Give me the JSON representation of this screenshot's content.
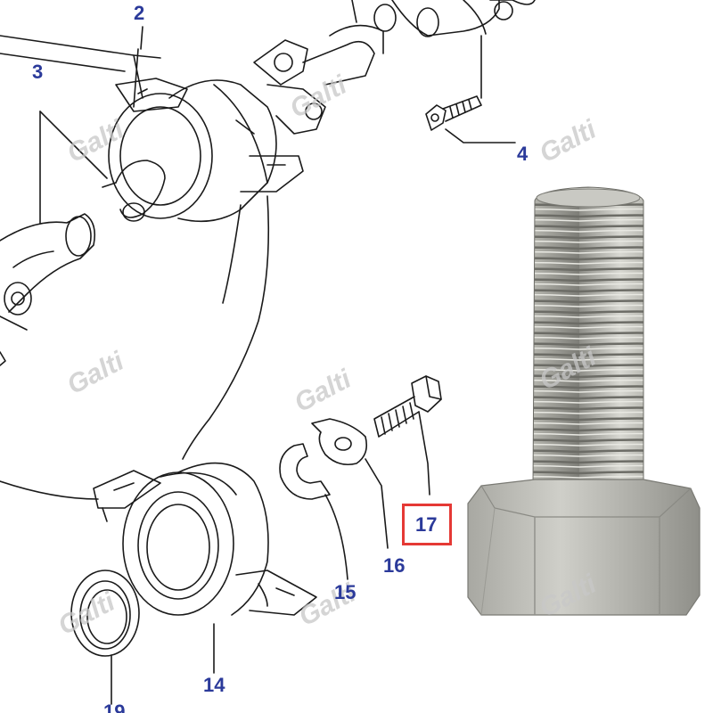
{
  "diagram": {
    "callouts": {
      "c2": "2",
      "c3": "3",
      "c4": "4",
      "c14": "14",
      "c15": "15",
      "c16": "16",
      "c17": "17",
      "c19": "19"
    },
    "highlighted_callout": "17",
    "watermark_text": "Galti"
  },
  "colors": {
    "callout_text": "#2b3a9a",
    "highlight_box": "#e53935",
    "line_art": "#1a1a1a",
    "bolt_metal": "#b9b9b4",
    "watermark": "#c8c8c8"
  }
}
